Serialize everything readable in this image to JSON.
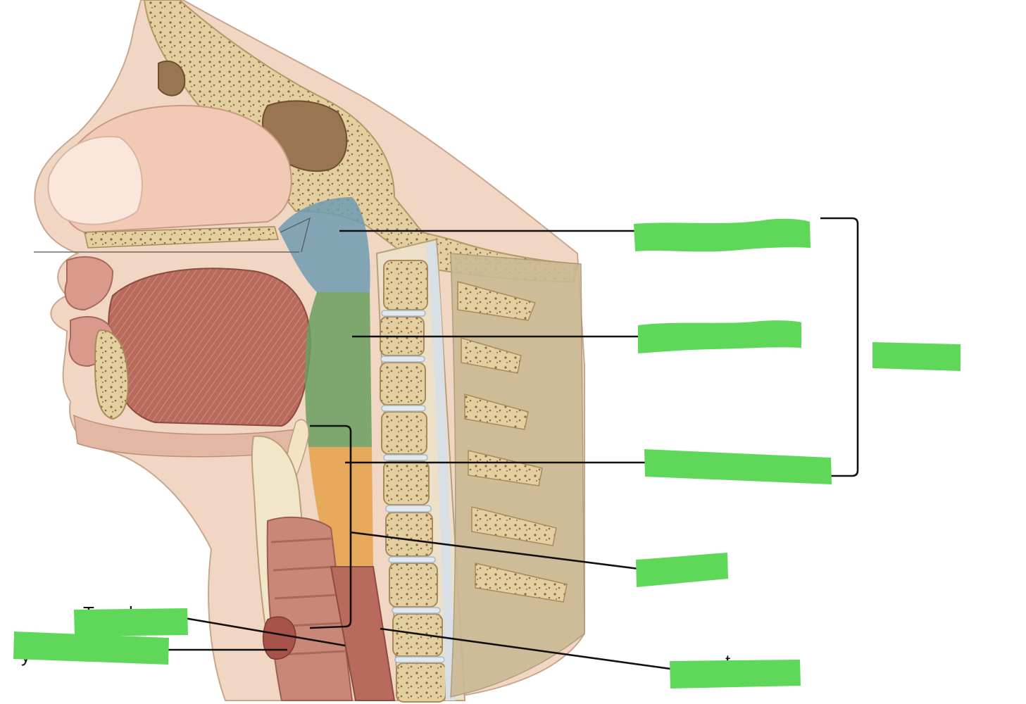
{
  "colors": {
    "label_cover": "#5fd85a",
    "nasopharynx": "#6f9bb3",
    "oropharynx": "#6a9e60",
    "laryngopharynx": "#e5a24a",
    "bone": "#e6d2a4",
    "muscle": "#b9685a",
    "skin": "#e8b9a4",
    "leader_line": "#111111"
  },
  "visible_text_fragments": {
    "trachea_fragment": "T",
    "trachea_fragment_end": "l",
    "esophagus_fragment": "t",
    "thyroid_fragment": "y"
  },
  "labels": [
    {
      "id": "nasopharynx-label",
      "covered": true
    },
    {
      "id": "oropharynx-label",
      "covered": true
    },
    {
      "id": "laryngopharynx-label",
      "covered": true
    },
    {
      "id": "pharynx-label",
      "covered": true
    },
    {
      "id": "larynx-label",
      "covered": true
    },
    {
      "id": "esophagus-label",
      "covered": true
    },
    {
      "id": "trachea-label",
      "covered": true
    },
    {
      "id": "thyroid-label",
      "covered": true
    }
  ]
}
